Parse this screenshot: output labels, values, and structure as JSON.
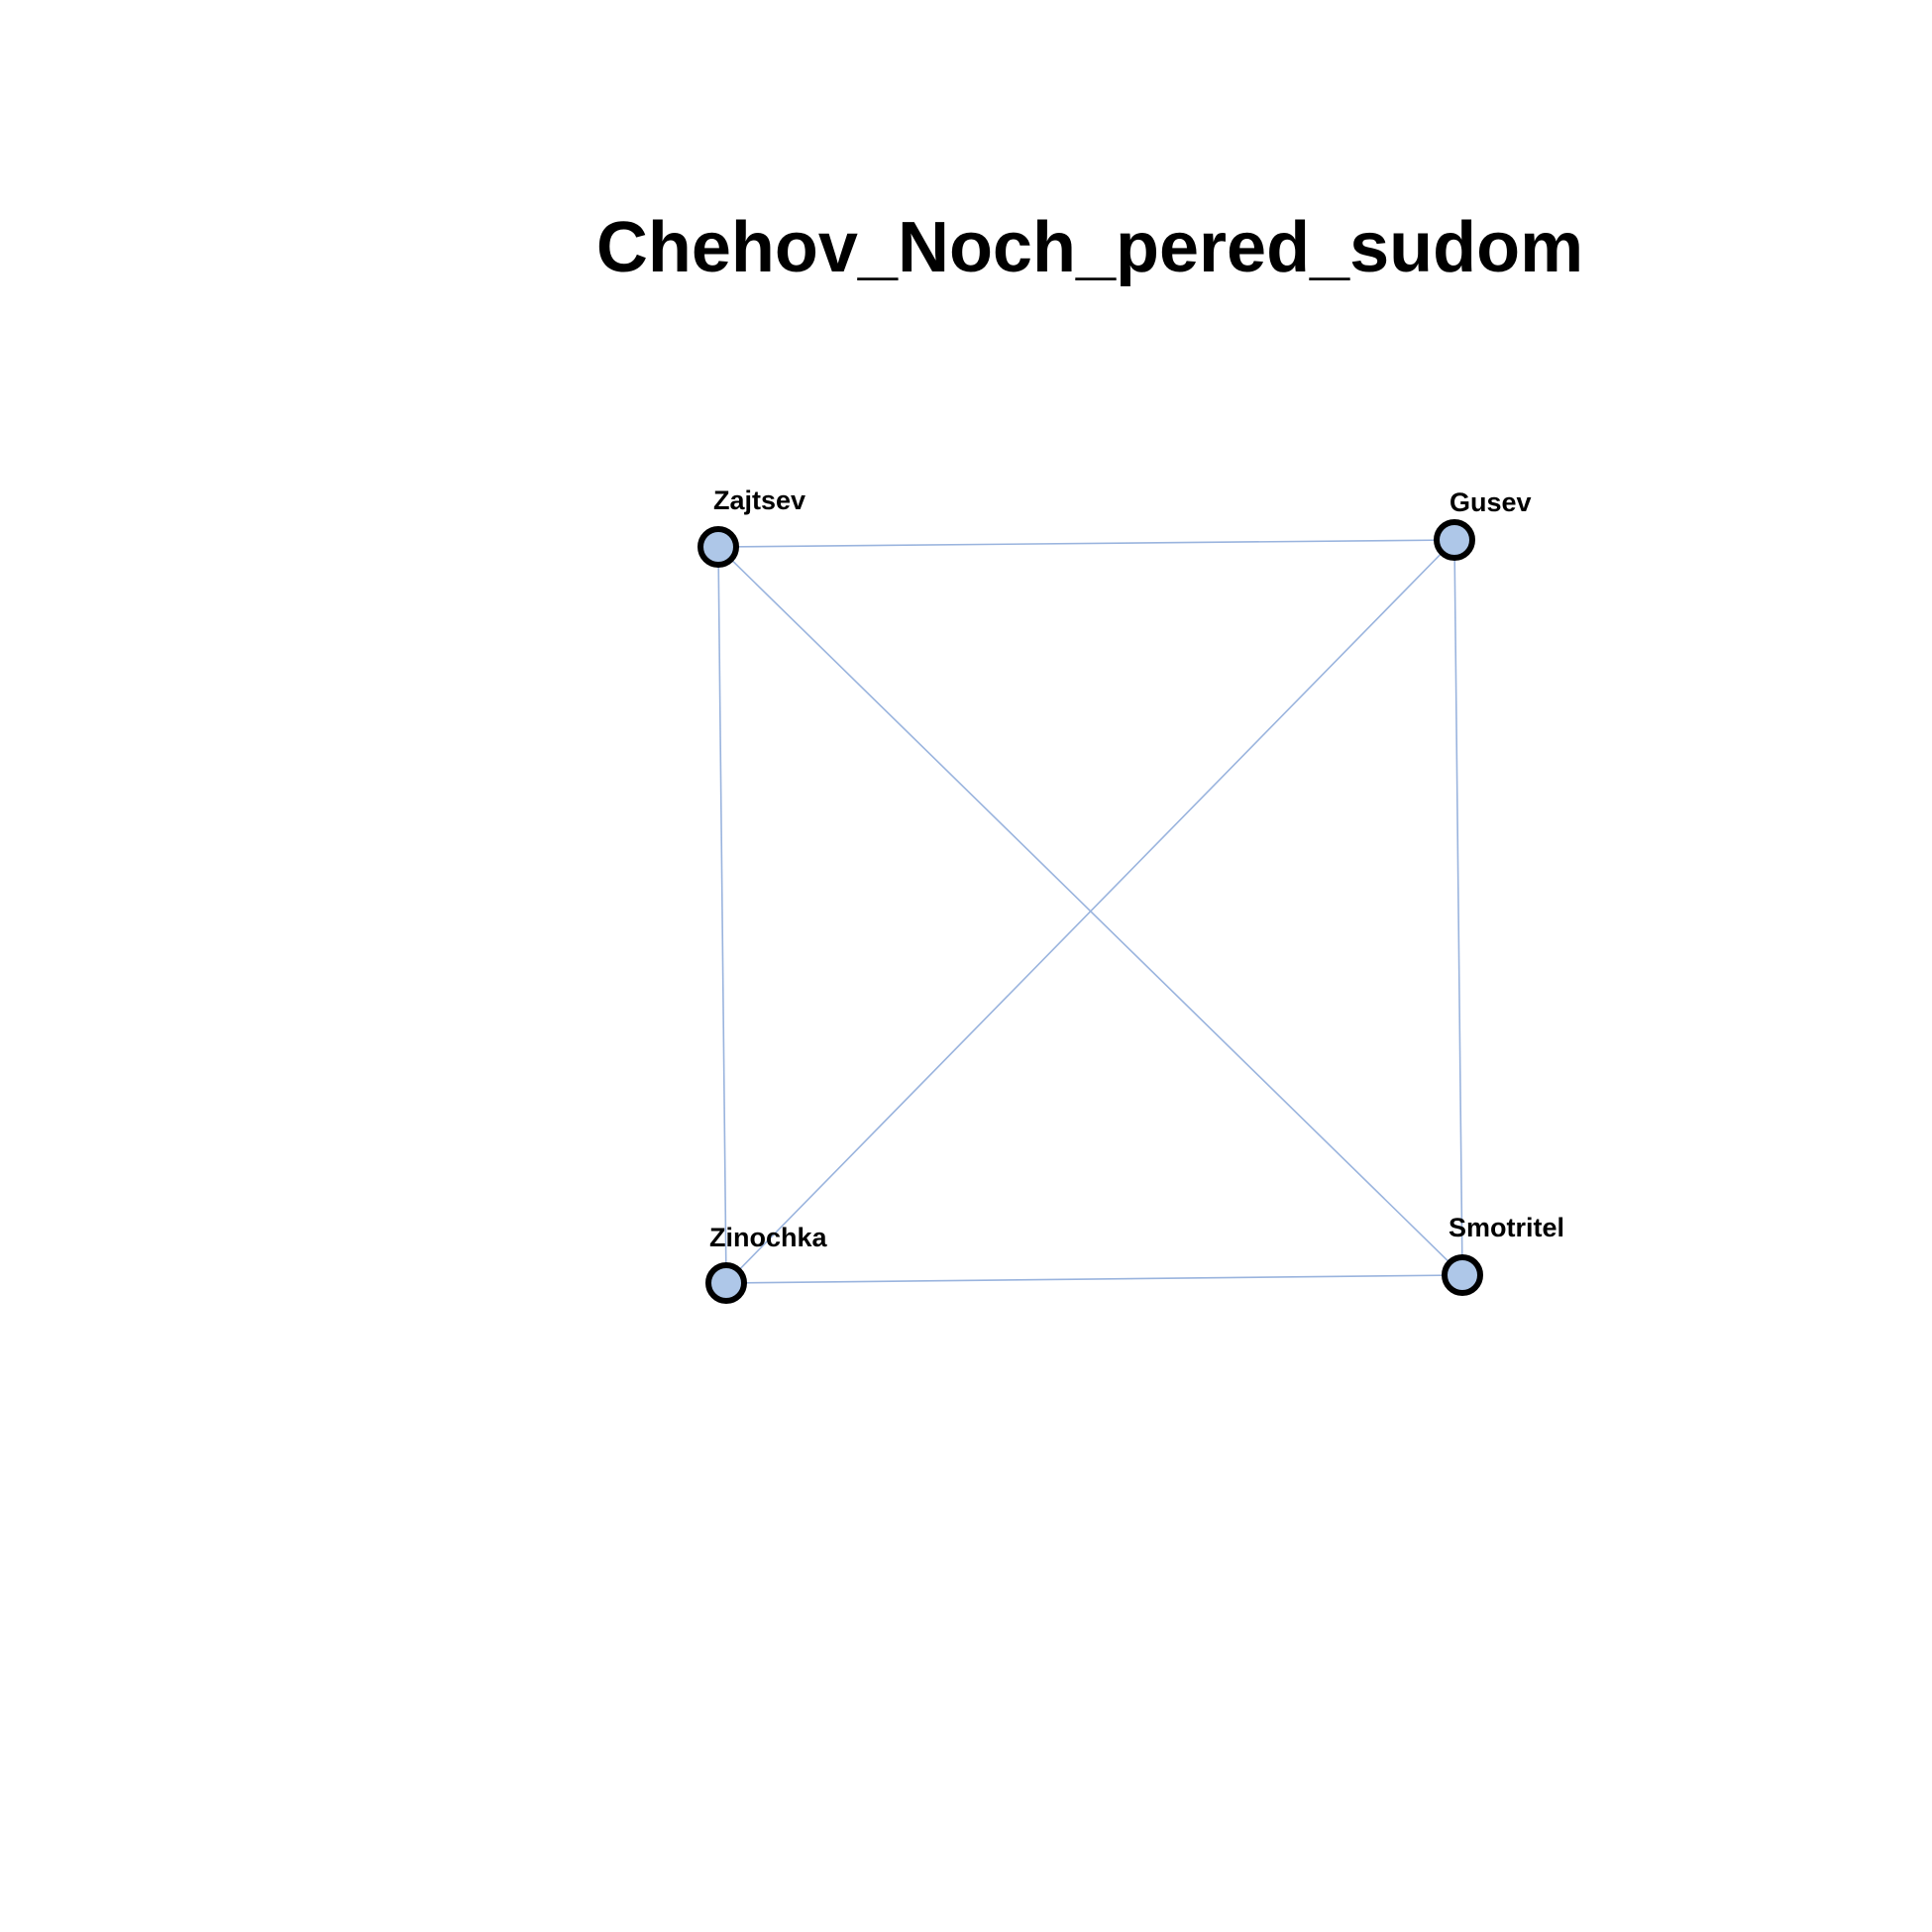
{
  "title": "Chehov_Noch_pered_sudom",
  "colors": {
    "node_fill": "#AEC7E8",
    "node_stroke": "#000000",
    "edge": "#9AB4DE"
  },
  "nodes": [
    {
      "id": "zajtsev",
      "label": "Zajtsev"
    },
    {
      "id": "gusev",
      "label": "Gusev"
    },
    {
      "id": "zinochka",
      "label": "Zinochka"
    },
    {
      "id": "smotritel",
      "label": "Smotritel"
    }
  ],
  "edges": [
    {
      "source": "zajtsev",
      "target": "gusev"
    },
    {
      "source": "zajtsev",
      "target": "zinochka"
    },
    {
      "source": "zajtsev",
      "target": "smotritel"
    },
    {
      "source": "gusev",
      "target": "zinochka"
    },
    {
      "source": "gusev",
      "target": "smotritel"
    },
    {
      "source": "zinochka",
      "target": "smotritel"
    }
  ]
}
